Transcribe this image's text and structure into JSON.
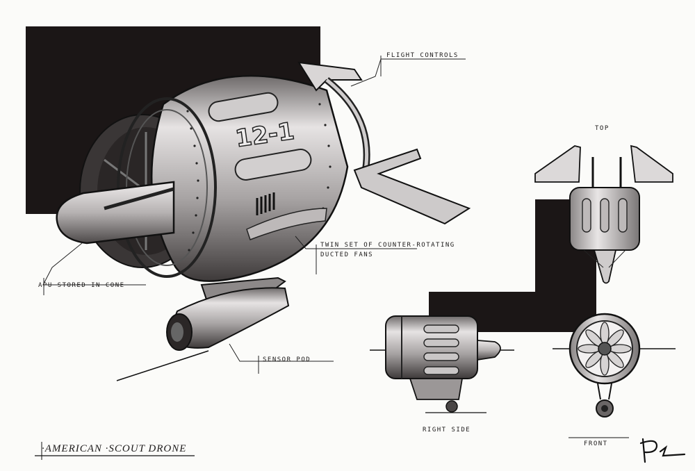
{
  "callouts": {
    "flight_controls": "FLIGHT CONTROLS",
    "twin_fans_line1": "TWIN SET OF COUNTER-ROTATING",
    "twin_fans_line2": "DUCTED FANS",
    "apu": "APU STORED IN CONE",
    "sensor_pod": "SENSOR POD"
  },
  "hull_marking": "12-1",
  "views": {
    "top": "TOP",
    "right_side": "RIGHT SIDE",
    "front": "FRONT"
  },
  "title": "·AMERICAN ·SCOUT DRONE",
  "colors": {
    "ink": "#1c1a1a",
    "paper": "#fbfbf9",
    "metal_light": "#d9d6d6",
    "metal_mid": "#9b9797",
    "metal_dark": "#4a4646"
  }
}
